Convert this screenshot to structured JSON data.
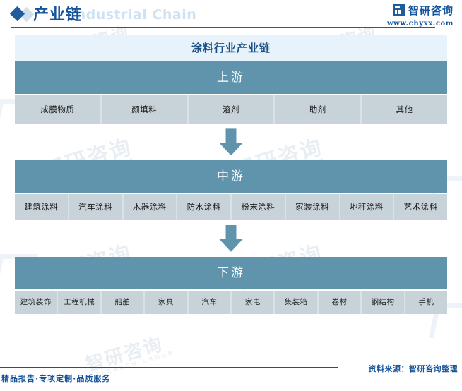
{
  "header": {
    "title": "产业链",
    "subtitle": "Industrial Chain",
    "brand_name": "智研咨询",
    "brand_url": "www.chyxx.com"
  },
  "chain": {
    "title": "涂料行业产业链",
    "sections": [
      {
        "band_label": "上游",
        "items": [
          "成膜物质",
          "颜填料",
          "溶剂",
          "助剂",
          "其他"
        ]
      },
      {
        "band_label": "中游",
        "items": [
          "建筑涂料",
          "汽车涂料",
          "木器涂料",
          "防水涂料",
          "粉末涂料",
          "家装涂料",
          "地秤涂料",
          "艺术涂料"
        ]
      },
      {
        "band_label": "下游",
        "items": [
          "建筑装饰",
          "工程机械",
          "船舶",
          "家具",
          "汽车",
          "家电",
          "集装箱",
          "卷材",
          "钢结构",
          "手机"
        ]
      }
    ]
  },
  "footer": {
    "left_text": "精品报告·专项定制·品质服务",
    "source_text": "资料来源：智研咨询整理"
  },
  "watermark": {
    "text": "智研咨询",
    "sub": "RESEARCH GROUP"
  },
  "colors": {
    "brand_blue": "#14539b",
    "band_blue": "#5f94ac",
    "title_band": "#e7f2fa",
    "cell_bg": "#c7d3d9"
  }
}
